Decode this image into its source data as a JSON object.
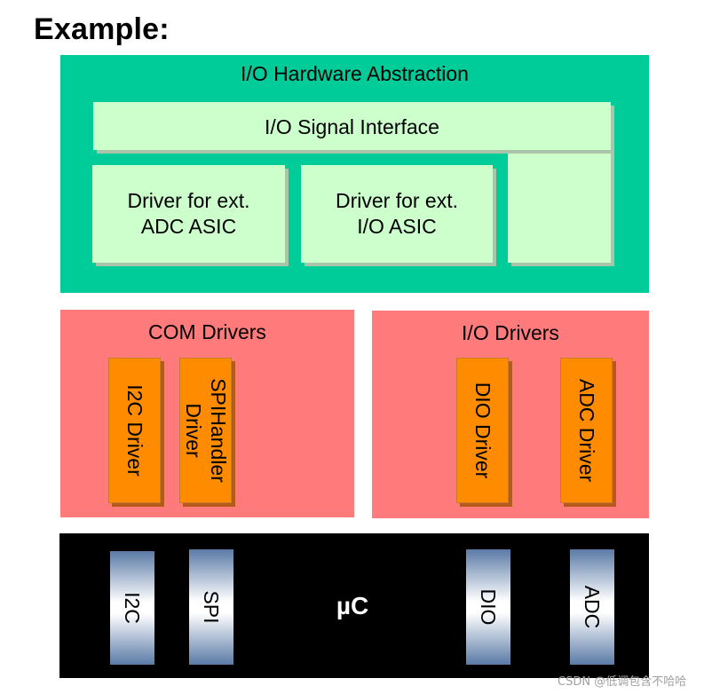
{
  "heading": "Example:",
  "hw_abstraction": {
    "title": "I/O Hardware Abstraction",
    "signal_interface": "I/O Signal Interface",
    "driver_adc": [
      "Driver for ext.",
      "ADC ASIC"
    ],
    "driver_io": [
      "Driver for ext.",
      "I/O ASIC"
    ]
  },
  "com_drivers": {
    "title": "COM Drivers",
    "i2c_driver": "I2C Driver",
    "spi_handler_driver": [
      "SPIHandler",
      "Driver"
    ]
  },
  "io_drivers": {
    "title": "I/O Drivers",
    "dio_driver": "DIO Driver",
    "adc_driver": "ADC Driver"
  },
  "microcontroller": {
    "label": "µC",
    "pins": [
      "I2C",
      "SPI",
      "DIO",
      "ADC"
    ]
  },
  "watermark": "CSDN @低调包含不哈哈",
  "colors": {
    "hw_abstraction_bg": "#00cc99",
    "signal_bg": "#ccffcc",
    "drivers_bg": "#ff7b7b",
    "driver_box": "#ff8c00",
    "mcu_bg": "#000000",
    "pin_gradient_edge": "#5a7aa6"
  }
}
